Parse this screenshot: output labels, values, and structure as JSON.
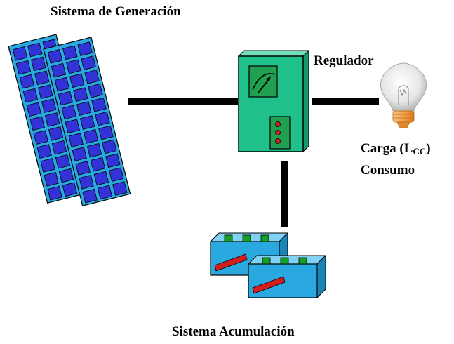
{
  "labels": {
    "generation": "Sistema de Generación",
    "regulator": "Regulador",
    "load_prefix": "Carga (L",
    "load_subscript": "CC",
    "load_suffix": ")",
    "consumption": "Consumo",
    "accumulation": "Sistema Acumulación"
  },
  "icons": {
    "panels": "solar-panel-icon",
    "regulator": "charge-regulator-icon",
    "gauge": "gauge-icon",
    "bulb": "light-bulb-icon",
    "batteries": "battery-icon"
  },
  "colors": {
    "panel_frame": "#2aa9e0",
    "panel_cell": "#3232d6",
    "regulator_body": "#20c08a",
    "regulator_inset": "#20a050",
    "indicator_led": "#d21e1e",
    "battery_body": "#2aa9e0",
    "battery_terminal": "#14a028",
    "battery_stripe": "#d21e1e",
    "connection": "#000000"
  }
}
